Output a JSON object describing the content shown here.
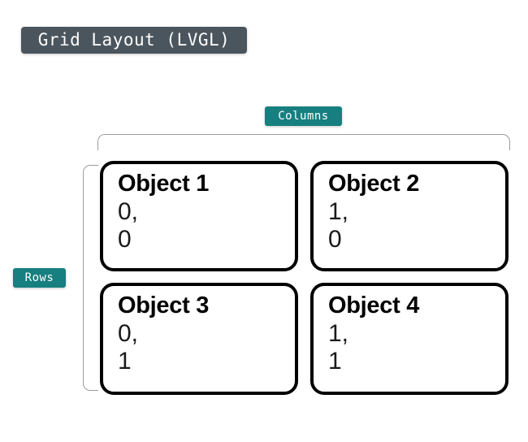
{
  "diagram": {
    "title_badge": "Grid Layout (LVGL)",
    "columns_label": "Columns",
    "rows_label": "Rows",
    "colors": {
      "title_badge_bg": "#4b555d",
      "axis_badge_bg": "#177f80",
      "badge_text": "#ffffff",
      "box_border": "#000000",
      "bracket": "#9c9c9c",
      "background": "#ffffff"
    },
    "cells": [
      {
        "title": "Object 1",
        "col": "0,",
        "row": "0"
      },
      {
        "title": "Object 2",
        "col": "1,",
        "row": "0"
      },
      {
        "title": "Object 3",
        "col": "0,",
        "row": "1"
      },
      {
        "title": "Object 4",
        "col": "1,",
        "row": "1"
      }
    ]
  }
}
